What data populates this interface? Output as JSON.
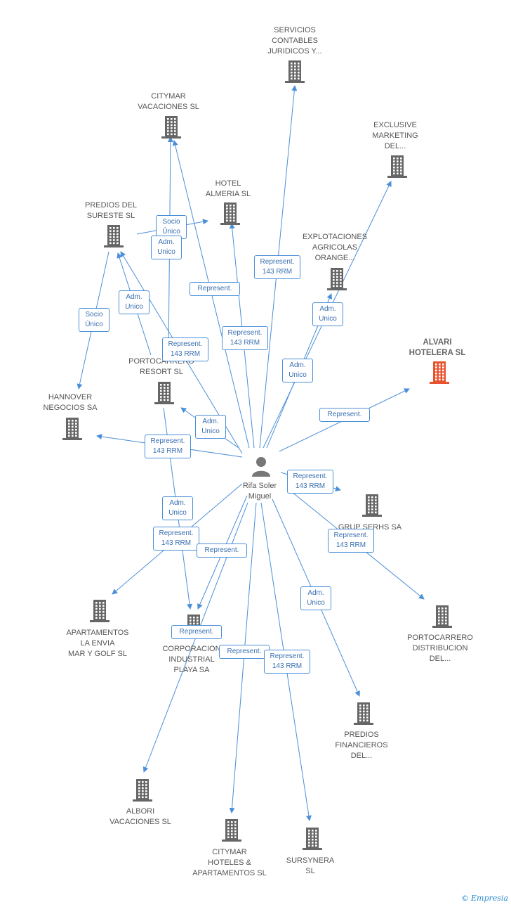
{
  "colors": {
    "edge": "#4a8fd8",
    "building": "#666666",
    "highlight": "#e8532f",
    "person": "#777777"
  },
  "center": {
    "label": "Rifa Soler\nMiguel"
  },
  "nodes": [
    {
      "id": "servicios",
      "label": "SERVICIOS\nCONTABLES\nJURIDICOS Y..."
    },
    {
      "id": "citymar_vac",
      "label": "CITYMAR\nVACACIONES SL"
    },
    {
      "id": "exclusive",
      "label": "EXCLUSIVE\nMARKETING\nDEL..."
    },
    {
      "id": "hotel_almeria",
      "label": "HOTEL\nALMERIA SL"
    },
    {
      "id": "predios_sureste",
      "label": "PREDIOS DEL\nSURESTE SL"
    },
    {
      "id": "explotaciones",
      "label": "EXPLOTACIONES\nAGRICOLAS\nORANGE..."
    },
    {
      "id": "alvari",
      "label": "ALVARI\nHOTELERA SL"
    },
    {
      "id": "portocarrero_resort",
      "label": "PORTOCARRERO\nRESORT SL"
    },
    {
      "id": "hannover",
      "label": "HANNOVER\nNEGOCIOS SA"
    },
    {
      "id": "grup_serhs",
      "label": "GRUP SERHS SA"
    },
    {
      "id": "portocarrero_dist",
      "label": "PORTOCARRERO\nDISTRIBUCION\nDEL..."
    },
    {
      "id": "apartamentos",
      "label": "APARTAMENTOS\nLA ENVIA\nMAR Y GOLF SL"
    },
    {
      "id": "corporacion",
      "label": "CORPORACION\nINDUSTRIAL\nPLAYA SA"
    },
    {
      "id": "predios_fin",
      "label": "PREDIOS\nFINANCIEROS\nDEL..."
    },
    {
      "id": "albori",
      "label": "ALBORI\nVACACIONES SL"
    },
    {
      "id": "citymar_hot",
      "label": "CITYMAR\nHOTELES &\nAPARTAMENTOS SL"
    },
    {
      "id": "sursynera",
      "label": "SURSYNERA\nSL"
    }
  ],
  "edge_labels": [
    {
      "id": "e_socio1",
      "text": "Socio\nÚnico"
    },
    {
      "id": "e_adm1",
      "text": "Adm.\nUnico"
    },
    {
      "id": "e_rep_servicios",
      "text": "Represent.\n143 RRM"
    },
    {
      "id": "e_rep_citymar",
      "text": "Represent."
    },
    {
      "id": "e_adm2",
      "text": "Adm.\nUnico"
    },
    {
      "id": "e_socio2",
      "text": "Socio\nÚnico"
    },
    {
      "id": "e_adm_expl",
      "text": "Adm.\nUnico"
    },
    {
      "id": "e_rep_hotel",
      "text": "Represent.\n143 RRM"
    },
    {
      "id": "e_rep_predios",
      "text": "Represent.\n143 RRM"
    },
    {
      "id": "e_adm_excl",
      "text": "Adm.\nUnico"
    },
    {
      "id": "e_rep_alvari",
      "text": "Represent."
    },
    {
      "id": "e_adm_porto",
      "text": "Adm.\nUnico"
    },
    {
      "id": "e_rep_hann",
      "text": "Represent.\n143 RRM"
    },
    {
      "id": "e_rep_grup",
      "text": "Represent.\n143 RRM"
    },
    {
      "id": "e_adm_corp",
      "text": "Adm.\nUnico"
    },
    {
      "id": "e_rep_apart",
      "text": "Represent.\n143 RRM"
    },
    {
      "id": "e_rep_corp",
      "text": "Represent."
    },
    {
      "id": "e_rep_dist",
      "text": "Represent.\n143 RRM"
    },
    {
      "id": "e_adm_predfin",
      "text": "Adm.\nUnico"
    },
    {
      "id": "e_rep_corp2",
      "text": "Represent."
    },
    {
      "id": "e_rep_city_hot",
      "text": "Represent."
    },
    {
      "id": "e_rep_sursy",
      "text": "Represent.\n143 RRM"
    }
  ],
  "footer": {
    "copyright": "©",
    "brand": "Empresia"
  }
}
